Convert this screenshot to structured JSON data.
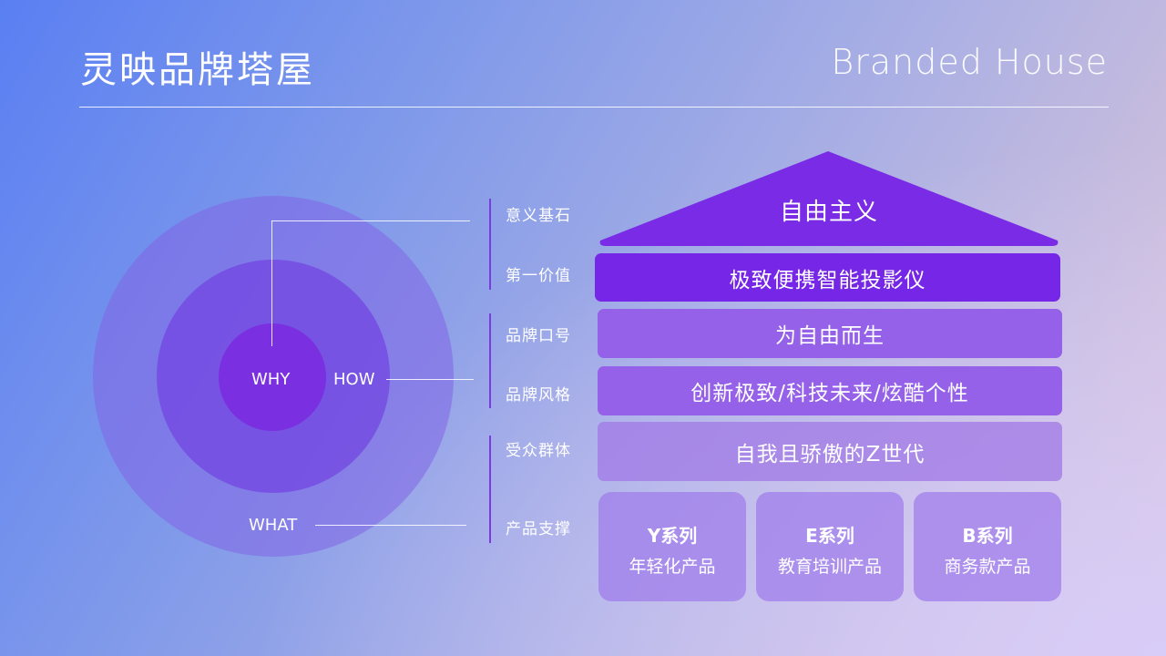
{
  "header": {
    "title": "灵映品牌塔屋",
    "subtitle": "Branded House"
  },
  "circles": {
    "why": "WHY",
    "how": "HOW",
    "what": "WHAT"
  },
  "row_labels": [
    "意义基石",
    "第一价值",
    "品牌口号",
    "品牌风格",
    "受众群体",
    "产品支撑"
  ],
  "house": {
    "roof": "自由主义",
    "bands": [
      "极致便携智能投影仪",
      "为自由而生",
      "创新极致/科技未来/炫酷个性",
      "自我且骄傲的Z世代"
    ],
    "products": [
      {
        "title": "Y系列",
        "desc": "年轻化产品"
      },
      {
        "title": "E系列",
        "desc": "教育培训产品"
      },
      {
        "title": "B系列",
        "desc": "商务款产品"
      }
    ]
  },
  "colors": {
    "roof": "#7a2be6",
    "band_primary": "#7626e6",
    "band_secondary": "#9461e8",
    "circle_inner": "#7a2fe0"
  }
}
